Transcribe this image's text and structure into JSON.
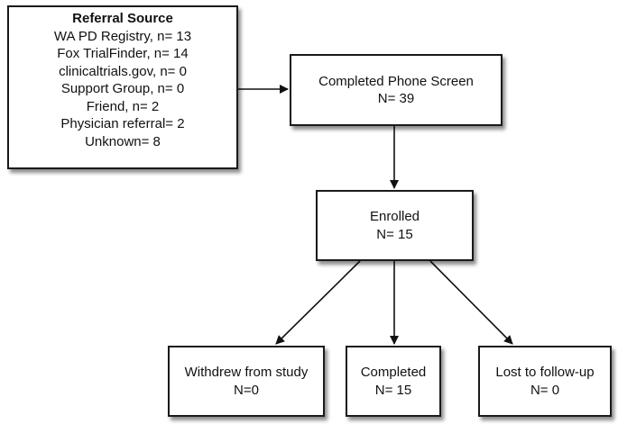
{
  "referral_source": {
    "title": "Referral Source",
    "items": [
      "WA PD Registry, n= 13",
      "Fox TrialFinder, n= 14",
      "clinicaltrials.gov, n= 0",
      "Support Group, n= 0",
      "Friend, n= 2",
      "Physician referral= 2",
      "Unknown= 8"
    ]
  },
  "phone_screen": {
    "label": "Completed Phone Screen",
    "count": "N= 39"
  },
  "enrolled": {
    "label": "Enrolled",
    "count": "N= 15"
  },
  "withdrew": {
    "label": "Withdrew from study",
    "count": "N=0"
  },
  "completed": {
    "label": "Completed",
    "count": "N= 15"
  },
  "lost": {
    "label": "Lost to follow-up",
    "count": "N= 0"
  },
  "colors": {
    "border": "#1a1a1a",
    "background": "#ffffff",
    "text": "#111111"
  }
}
